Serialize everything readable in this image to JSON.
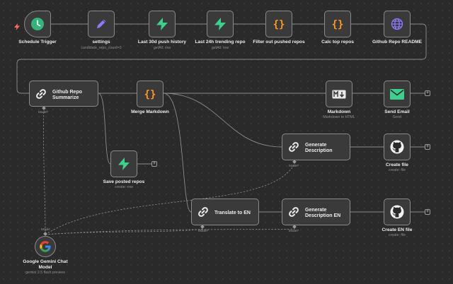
{
  "workflow": {
    "nodes": {
      "schedule_trigger": {
        "title": "Schedule Trigger",
        "icon": "clock-icon"
      },
      "settings": {
        "title": "settings",
        "sub": "candidate_repo_count=3",
        "icon": "pencil-icon"
      },
      "last30": {
        "title": "Last 30d push history",
        "sub": "getAll: row",
        "icon": "supabase-icon"
      },
      "last24": {
        "title": "Last 24h trending repo",
        "sub": "getAll: row",
        "icon": "supabase-icon"
      },
      "filter": {
        "title": "Filter out pushed repos",
        "icon": "code-icon"
      },
      "calc": {
        "title": "Calc top repos",
        "icon": "code-icon"
      },
      "readme": {
        "title": "Github Repo README",
        "icon": "globe-icon"
      },
      "summarize": {
        "title": "Github Repo Summarize",
        "icon": "chain-link-icon",
        "port": "Model*"
      },
      "merge": {
        "title": "Merge Markdown",
        "icon": "code-icon"
      },
      "markdown": {
        "title": "Markdown",
        "sub": "Markdown to HTML",
        "icon": "markdown-icon"
      },
      "send_email": {
        "title": "Send Email",
        "sub": "Send",
        "icon": "mail-icon"
      },
      "gen_desc": {
        "title": "Generate Description",
        "icon": "chain-link-icon",
        "port": "Model*"
      },
      "create_file": {
        "title": "Create file",
        "sub": "create: file",
        "icon": "github-icon"
      },
      "save_posted": {
        "title": "Save posted repos",
        "sub": "create: row",
        "icon": "supabase-icon"
      },
      "translate": {
        "title": "Translate to EN",
        "icon": "chain-link-icon",
        "port": "Model*"
      },
      "gen_desc_en": {
        "title": "Generate Description EN",
        "icon": "chain-link-icon",
        "port": "Model*"
      },
      "create_en_file": {
        "title": "Create EN file",
        "sub": "create: file",
        "icon": "github-icon"
      },
      "gemini": {
        "title": "Google Gemini Chat Model",
        "sub": "gemini 2.5 flash preview",
        "port": "Model",
        "icon": "google-icon"
      }
    },
    "plus_symbol": "+"
  }
}
